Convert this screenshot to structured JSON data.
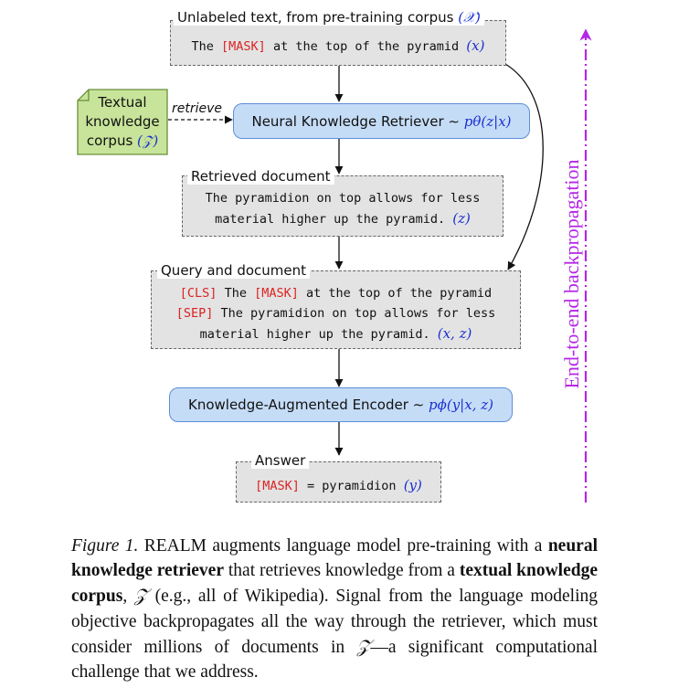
{
  "diagram": {
    "unlabeled_box": {
      "label": "Unlabeled text, from pre-training corpus",
      "label_math": "(𝒳)",
      "parts": [
        {
          "t": "The ",
          "c": "black"
        },
        {
          "t": "[MASK]",
          "c": "red"
        },
        {
          "t": " at the top of the pyramid ",
          "c": "black"
        }
      ],
      "math": "(x)"
    },
    "corpus": {
      "line1": "Textual",
      "line2": "knowledge",
      "line3": "corpus",
      "math": "(𝒵)"
    },
    "retrieve_label": "retrieve",
    "retriever": {
      "text": "Neural Knowledge Retriever ∼ ",
      "math": "pθ(z|x)"
    },
    "retrieved_box": {
      "label": "Retrieved document",
      "line1": "The pyramidion on top allows for less",
      "line2": "material higher up the pyramid. ",
      "math": "(z)"
    },
    "query_box": {
      "label": "Query and document",
      "line1_parts": [
        {
          "t": "[CLS]",
          "c": "red"
        },
        {
          "t": " The ",
          "c": "black"
        },
        {
          "t": "[MASK]",
          "c": "red"
        },
        {
          "t": " at the top of the pyramid",
          "c": "black"
        }
      ],
      "line2_parts": [
        {
          "t": "[SEP]",
          "c": "red"
        },
        {
          "t": " The pyramidion on top allows for less",
          "c": "black"
        }
      ],
      "line3": "material higher up the pyramid. ",
      "math": "(x, z)"
    },
    "encoder": {
      "text": "Knowledge-Augmented Encoder ∼ ",
      "math": "pϕ(y|x, z)"
    },
    "answer_box": {
      "label": "Answer",
      "mask": "[MASK]",
      "eq": " = pyramidion ",
      "math": "(y)"
    },
    "backprop_label": "End-to-end backpropagation",
    "colors": {
      "box_fill": "#e3e3e3",
      "retriever_fill": "#c5dcf7",
      "corpus_fill": "#c7e49a",
      "token_red": "#dd2222",
      "math_blue": "#1a2fd0",
      "backprop_purple": "#b526e6"
    }
  },
  "caption": {
    "figure_label": "Figure 1.",
    "segments": [
      {
        "t": " REALM augments language model pre-training with a ",
        "b": false
      },
      {
        "t": "neural knowledge retriever",
        "b": true
      },
      {
        "t": " that retrieves knowledge from a ",
        "b": false
      },
      {
        "t": "textual knowledge corpus",
        "b": true
      },
      {
        "t": ", ",
        "b": false
      },
      {
        "t": "𝒵",
        "b": false,
        "m": true
      },
      {
        "t": " (e.g., all of Wikipedia). Signal from the language modeling objective backpropagates all the way through the retriever, which must consider millions of documents in ",
        "b": false
      },
      {
        "t": "𝒵",
        "b": false,
        "m": true
      },
      {
        "t": "—a significant computational challenge that we address.",
        "b": false
      }
    ]
  }
}
